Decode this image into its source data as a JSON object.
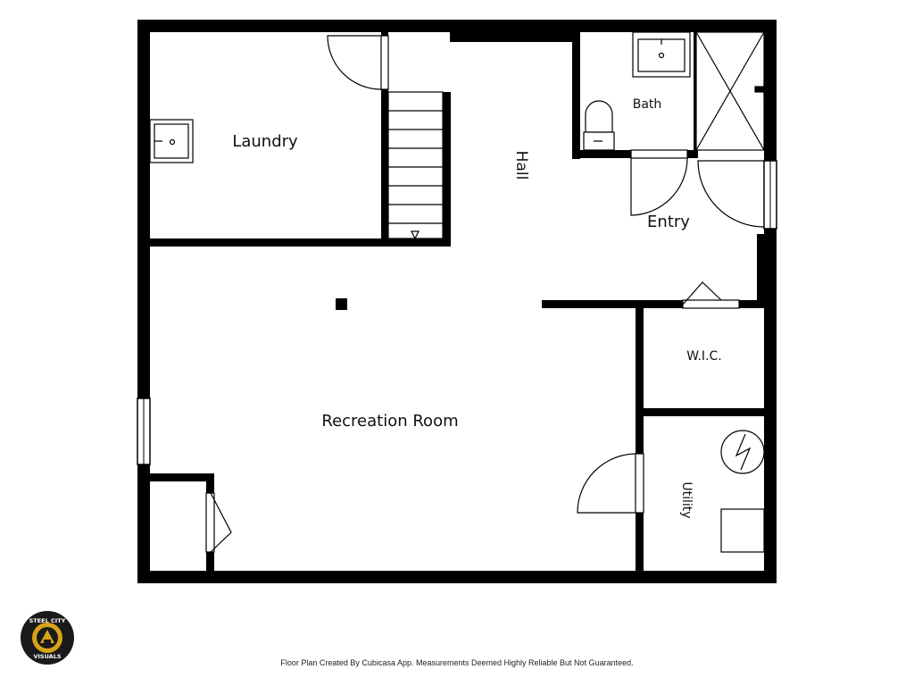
{
  "floor_plan": {
    "rooms": [
      {
        "id": "laundry",
        "label": "Laundry"
      },
      {
        "id": "hall",
        "label": "Hall"
      },
      {
        "id": "bath",
        "label": "Bath"
      },
      {
        "id": "entry",
        "label": "Entry"
      },
      {
        "id": "wic",
        "label": "W.I.C."
      },
      {
        "id": "recreation",
        "label": "Recreation Room"
      },
      {
        "id": "utility",
        "label": "Utility"
      }
    ],
    "logo_text": {
      "top": "STEEL CITY",
      "bottom": "VISUALS"
    },
    "footer_note": "Floor Plan Created By Cubicasa App. Measurements Deemed Highly Reliable But Not Guaranteed.",
    "colors": {
      "wall": "#000000",
      "background": "#ffffff",
      "logo_accent": "#d8a417"
    }
  }
}
